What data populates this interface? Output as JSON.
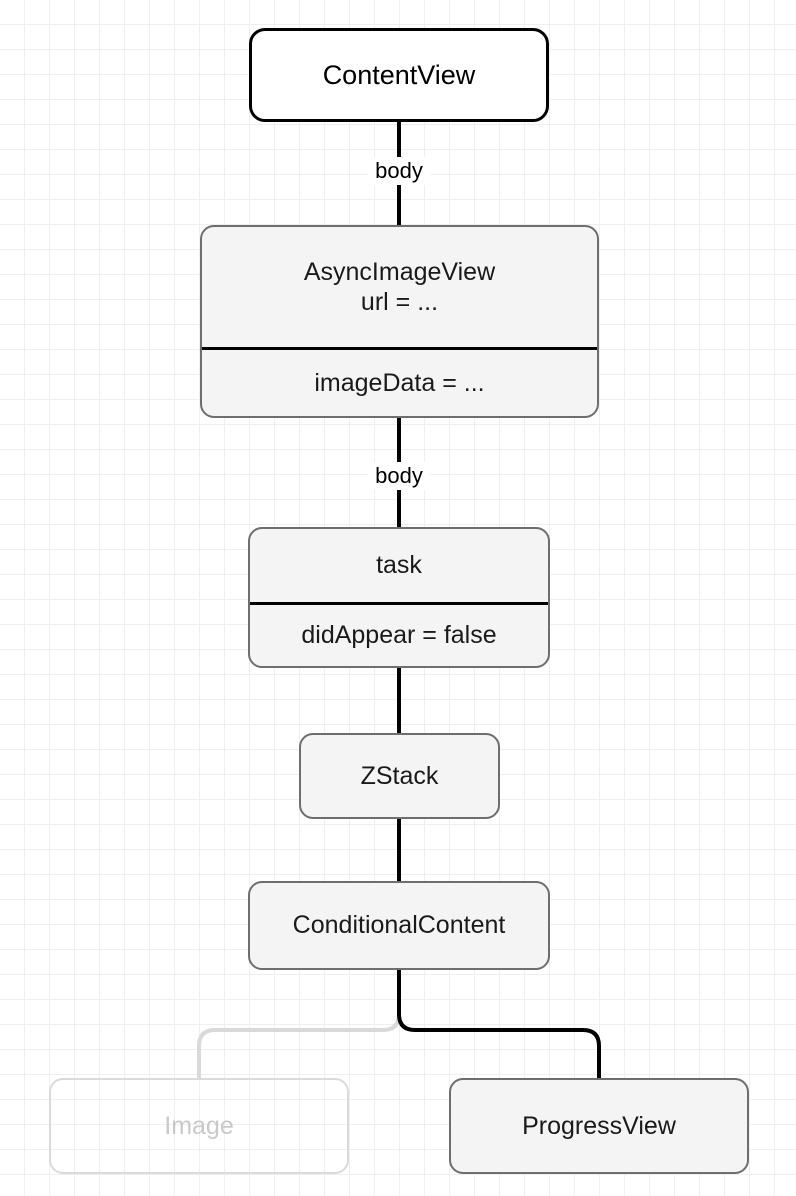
{
  "diagram": {
    "title": "SwiftUI view hierarchy tree",
    "background": "graph-paper-grid",
    "colors": {
      "active_fill": "#f4f4f4",
      "active_border": "#6e6e6e",
      "root_fill": "#ffffff",
      "root_border": "#000000",
      "faded_border": "#dadada",
      "faded_text": "#c9c9c9",
      "edge_active": "#000000",
      "edge_inactive": "#d9d9d9",
      "grid_minor": "#efefef",
      "grid_major": "#dcdcdc"
    },
    "nodes": [
      {
        "id": "content-view",
        "title": "ContentView",
        "state": null,
        "style": "root",
        "active": true
      },
      {
        "id": "async-image-view",
        "title": "AsyncImageView\nurl = ...",
        "state": "imageData = ...",
        "style": "std",
        "active": true
      },
      {
        "id": "task",
        "title": "task",
        "state": "didAppear = false",
        "style": "std",
        "active": true
      },
      {
        "id": "zstack",
        "title": "ZStack",
        "state": null,
        "style": "std",
        "active": true
      },
      {
        "id": "conditional-content",
        "title": "ConditionalContent",
        "state": null,
        "style": "std",
        "active": true
      },
      {
        "id": "image",
        "title": "Image",
        "state": null,
        "style": "faded",
        "active": false
      },
      {
        "id": "progress-view",
        "title": "ProgressView",
        "state": null,
        "style": "std",
        "active": true
      }
    ],
    "edges": [
      {
        "from": "content-view",
        "to": "async-image-view",
        "label": "body",
        "active": true
      },
      {
        "from": "async-image-view",
        "to": "task",
        "label": "body",
        "active": true
      },
      {
        "from": "task",
        "to": "zstack",
        "label": "",
        "active": true
      },
      {
        "from": "zstack",
        "to": "conditional-content",
        "label": "",
        "active": true
      },
      {
        "from": "conditional-content",
        "to": "image",
        "label": "",
        "active": false
      },
      {
        "from": "conditional-content",
        "to": "progress-view",
        "label": "",
        "active": true
      }
    ],
    "edge_labels": {
      "content_to_async": "body",
      "async_to_task": "body"
    }
  }
}
